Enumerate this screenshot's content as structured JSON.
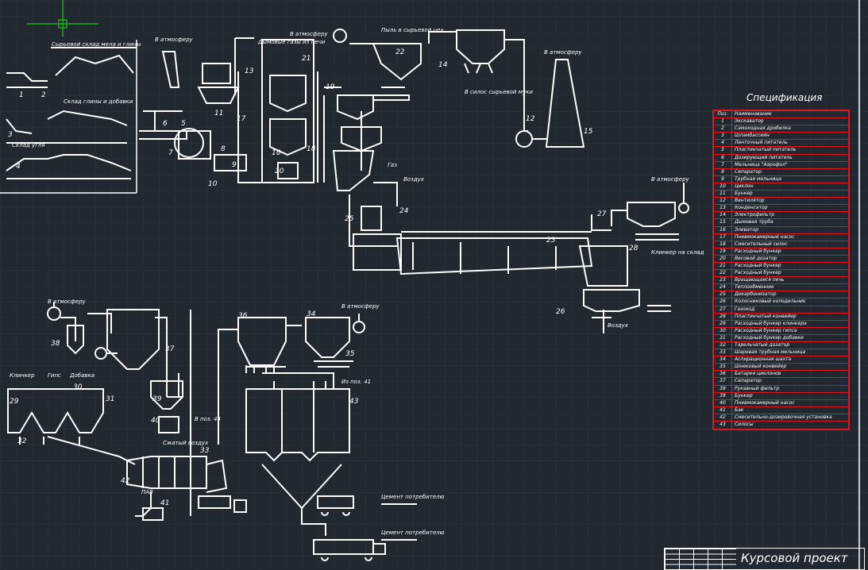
{
  "specification": {
    "title": "Спецификация",
    "rows": [
      {
        "pos": "Поз.",
        "name": "Наименование"
      },
      {
        "pos": "1",
        "name": "Экскаватор"
      },
      {
        "pos": "2",
        "name": "Самоходная дробилка"
      },
      {
        "pos": "3",
        "name": "Шламбассейн"
      },
      {
        "pos": "4",
        "name": "Ленточный питатель"
      },
      {
        "pos": "5",
        "name": "Пластинчатый питатель"
      },
      {
        "pos": "6",
        "name": "Дозирующий питатель"
      },
      {
        "pos": "7",
        "name": "Мельница \"Аэрофол\""
      },
      {
        "pos": "8",
        "name": "Сепаратор"
      },
      {
        "pos": "9",
        "name": "Трубная мельница"
      },
      {
        "pos": "10",
        "name": "Циклон"
      },
      {
        "pos": "11",
        "name": "Бункер"
      },
      {
        "pos": "12",
        "name": "Вентилятор"
      },
      {
        "pos": "13",
        "name": "Конденсатор"
      },
      {
        "pos": "14",
        "name": "Электрофильтр"
      },
      {
        "pos": "15",
        "name": "Дымовая труба"
      },
      {
        "pos": "16",
        "name": "Элеватор"
      },
      {
        "pos": "17",
        "name": "Пневмокамерный насос"
      },
      {
        "pos": "18",
        "name": "Смесительный силос"
      },
      {
        "pos": "19",
        "name": "Расходный бункер"
      },
      {
        "pos": "20",
        "name": "Весовой дозатор"
      },
      {
        "pos": "21",
        "name": "Расходный бункер"
      },
      {
        "pos": "22",
        "name": "Расходный бункер"
      },
      {
        "pos": "23",
        "name": "Вращающаяся печь"
      },
      {
        "pos": "24",
        "name": "Теплообменник"
      },
      {
        "pos": "25",
        "name": "Декарбонизатор"
      },
      {
        "pos": "26",
        "name": "Колосниковый холодильник"
      },
      {
        "pos": "27",
        "name": "Газоход"
      },
      {
        "pos": "28",
        "name": "Пластинчатый конвейер"
      },
      {
        "pos": "29",
        "name": "Расходный бункер клинкера"
      },
      {
        "pos": "30",
        "name": "Расходный бункер гипса"
      },
      {
        "pos": "31",
        "name": "Расходный бункер добавки"
      },
      {
        "pos": "32",
        "name": "Тарельчатый дозатор"
      },
      {
        "pos": "33",
        "name": "Шаровая трубная мельница"
      },
      {
        "pos": "34",
        "name": "Аспирационная шахта"
      },
      {
        "pos": "35",
        "name": "Шнековый конвейер"
      },
      {
        "pos": "36",
        "name": "Батарея циклонов"
      },
      {
        "pos": "37",
        "name": "Сепаратор"
      },
      {
        "pos": "38",
        "name": "Рукавный фильтр"
      },
      {
        "pos": "39",
        "name": "Бункер"
      },
      {
        "pos": "40",
        "name": "Пневмокамерный насос"
      },
      {
        "pos": "41",
        "name": "Бак"
      },
      {
        "pos": "42",
        "name": "Смесительно-дозировочная установка"
      },
      {
        "pos": "43",
        "name": "Силосы"
      }
    ]
  },
  "title_block": {
    "text": "Курсовой проект"
  },
  "labels": {
    "raw_storage": "Сырьевой склад мела и глины",
    "clay_storage": "Склад глины и добавки",
    "coal_storage": "Склад угля",
    "to_atmosphere": "В атмосферу",
    "flue_gases": "Дымовые газы из печи",
    "dust_to_raw": "Пыль в сырьевой цех",
    "dust_to_silo": "В силос сырьевой муки",
    "air": "Воздух",
    "gas": "Газ",
    "clinker_to_storage": "Клинкер на склад",
    "to_silo_41": "Из поз. 41",
    "to_silo_44": "В поз. 44",
    "clinker": "Клинкер",
    "gypsum": "Гипс",
    "additive": "Добавка",
    "pav": "ПАВ",
    "compressed_air": "Сжатый воздух",
    "rail_shipping": "Цемент потребителю",
    "truck_shipping": "Цемент потребителю"
  },
  "numbers": [
    "1",
    "2",
    "3",
    "4",
    "5",
    "6",
    "7",
    "8",
    "9",
    "10",
    "11",
    "12",
    "13",
    "14",
    "15",
    "16",
    "17",
    "18",
    "19",
    "20",
    "21",
    "22",
    "23",
    "24",
    "25",
    "26",
    "27",
    "28",
    "29",
    "30",
    "31",
    "32",
    "33",
    "34",
    "35",
    "36",
    "37",
    "38",
    "39",
    "40",
    "41",
    "42",
    "43"
  ],
  "colors": {
    "background": "#212830",
    "lines": "#ffffff",
    "grid": "#2c343c",
    "spec_border": "#e0141e",
    "cursor": "#1ec81e"
  }
}
